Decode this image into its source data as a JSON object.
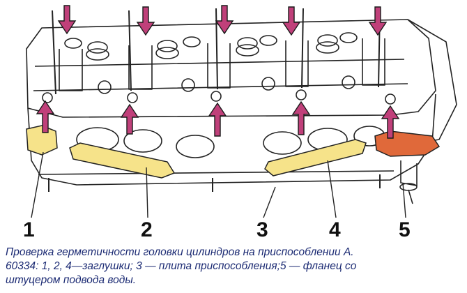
{
  "figure": {
    "callouts": [
      "1",
      "2",
      "3",
      "4",
      "5"
    ],
    "caption_lines": [
      "Проверка герметичности головки цилиндров на приспособлении А.",
      "60334: 1, 2, 4—заглушки; 3 — плита приспособления;5 — фланец со",
      "штуцером подвода воды."
    ]
  },
  "colors": {
    "arrow_fill": "#c0407a",
    "arrow_stroke": "#1a1a1a",
    "plug_yellow": "#f6e38a",
    "flange_orange": "#e0693a",
    "line": "#222222",
    "caption": "#1b2a73"
  }
}
